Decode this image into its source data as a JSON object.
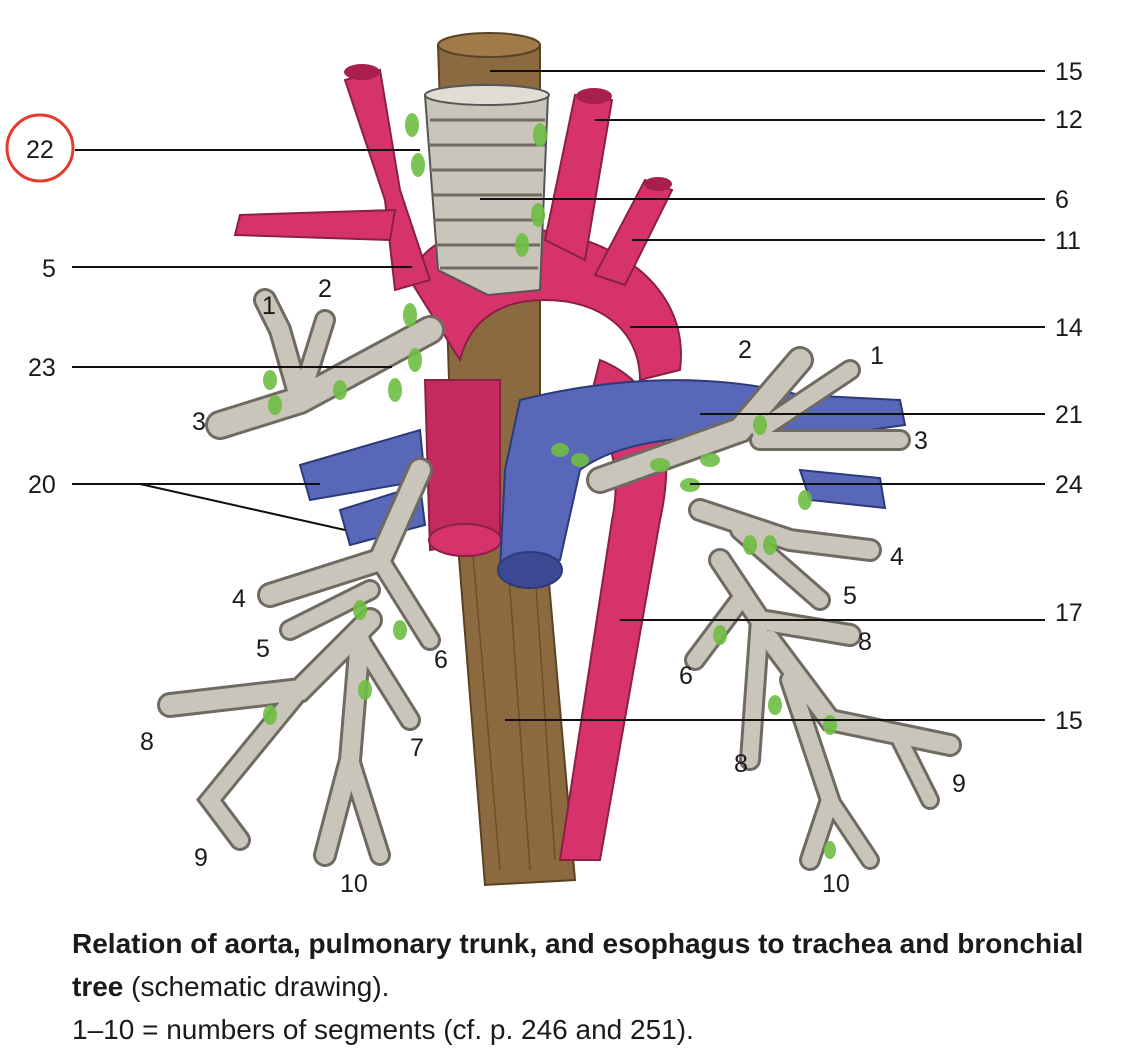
{
  "figure": {
    "leader_labels": [
      "15",
      "12",
      "6",
      "11",
      "14",
      "21",
      "24",
      "17",
      "15",
      "22",
      "5",
      "23",
      "20"
    ],
    "highlighted_label": "22",
    "segment_labels_left": [
      "1",
      "2",
      "3",
      "4",
      "5",
      "6",
      "7",
      "8",
      "9",
      "10"
    ],
    "segment_labels_right": [
      "2",
      "1",
      "3",
      "4",
      "5",
      "8",
      "6",
      "8",
      "9",
      "10"
    ],
    "colors": {
      "artery": "#d6336c",
      "vein": "#5867b8",
      "esophagus": "#8a6a3e",
      "trachea_bronchi": "#c9c5ba",
      "lymph_nodes": "#6fbe44",
      "highlight_circle": "#e53a2c"
    }
  },
  "caption": {
    "title_bold": "Relation of aorta, pulmonary trunk, and esophagus to trachea and bronchial tree",
    "title_note": " (schematic drawing).",
    "line2": "1–10 = numbers of segments (cf. p. 246 and 251)."
  }
}
